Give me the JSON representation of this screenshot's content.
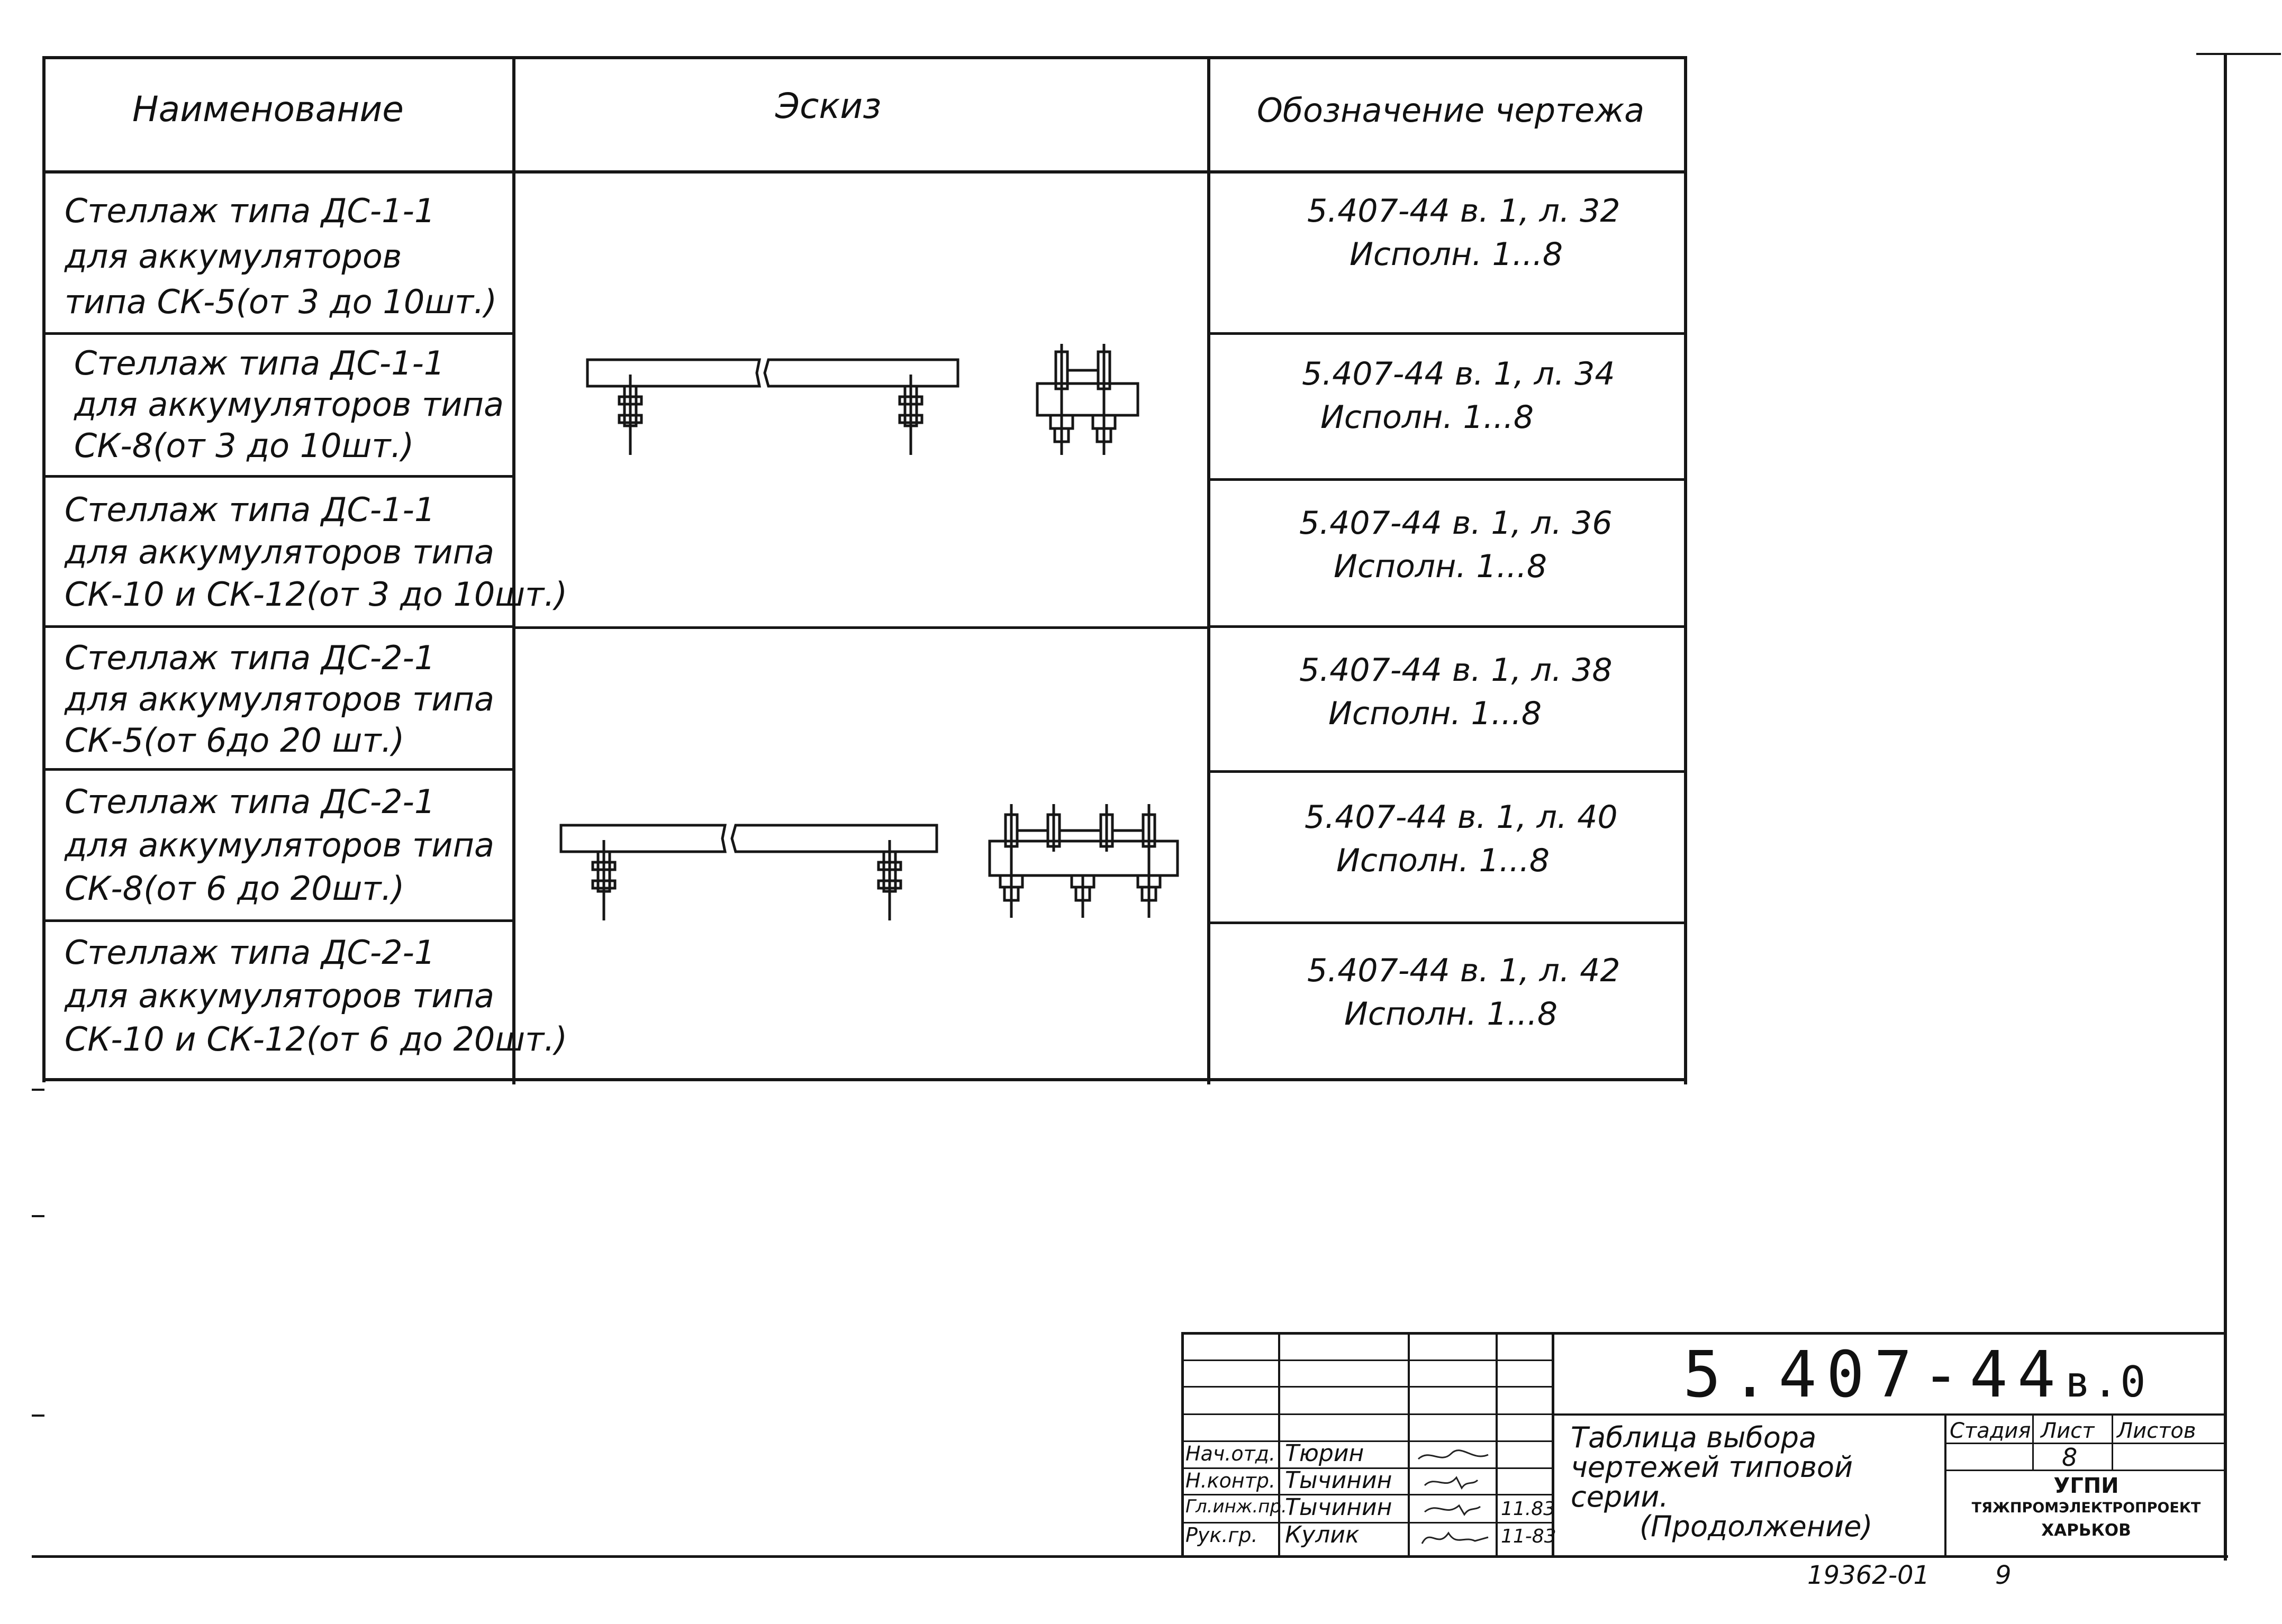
{
  "table": {
    "headers": {
      "name": "Наименование",
      "sketch": "Эскиз",
      "drawing": "Обозначение чертежа"
    },
    "rows": [
      {
        "name_lines": [
          "Стеллаж типа ДС-1-1",
          "для аккумуляторов",
          "типа СК-5(от 3 до 10шт.)"
        ],
        "code": "5.407-44   в. 1, л. 32",
        "variant": "Исполн. 1...8"
      },
      {
        "name_lines": [
          "Стеллаж типа ДС-1-1",
          "для аккумуляторов типа",
          "СК-8(от 3 до 10шт.)"
        ],
        "code": "5.407-44  в. 1, л. 34",
        "variant": "Исполн. 1...8"
      },
      {
        "name_lines": [
          "Стеллаж типа ДС-1-1",
          "для аккумуляторов типа",
          "СК-10 и СК-12(от 3 до 10шт.)"
        ],
        "code": "5.407-44  в. 1, л. 36",
        "variant": "Исполн. 1...8"
      },
      {
        "name_lines": [
          "Стеллаж типа ДС-2-1",
          "для аккумуляторов типа",
          "СК-5(от 6до 20 шт.)"
        ],
        "code": "5.407-44  в. 1, л. 38",
        "variant": "Исполн. 1...8"
      },
      {
        "name_lines": [
          "Стеллаж типа ДС-2-1",
          "для аккумуляторов типа",
          "СК-8(от 6 до 20шт.)"
        ],
        "code": "5.407-44  в. 1, л. 40",
        "variant": "Исполн. 1...8"
      },
      {
        "name_lines": [
          "Стеллаж типа ДС-2-1",
          "для аккумуляторов типа",
          "СК-10 и СК-12(от 6 до 20шт.)"
        ],
        "code": "5.407-44 в. 1, л. 42",
        "variant": "Исполн. 1...8"
      }
    ]
  },
  "title_block": {
    "designation": "5.407-44",
    "designation_suffix": "в.0",
    "roles": [
      "Нач.отд.",
      "Н.контр.",
      "Гл.инж.пр.",
      "Рук.гр."
    ],
    "names": [
      "Тюрин",
      "Тычинин",
      "Тычинин",
      "Кулик"
    ],
    "dates": [
      "11.83",
      "11-83"
    ],
    "title_lines": [
      "Таблица выбора",
      "чертежей типовой",
      "серии.",
      "(Продолжение)"
    ],
    "stage_label": "Стадия",
    "sheet_label": "Лист",
    "sheets_label": "Листов",
    "sheet_number": "8",
    "org_lines": [
      "УГПИ",
      "ТЯЖПРОМЭЛЕКТРОПРОЕКТ",
      "ХАРЬКОВ"
    ]
  },
  "footer": {
    "archive_number": "19362-01",
    "page_number": "9"
  }
}
